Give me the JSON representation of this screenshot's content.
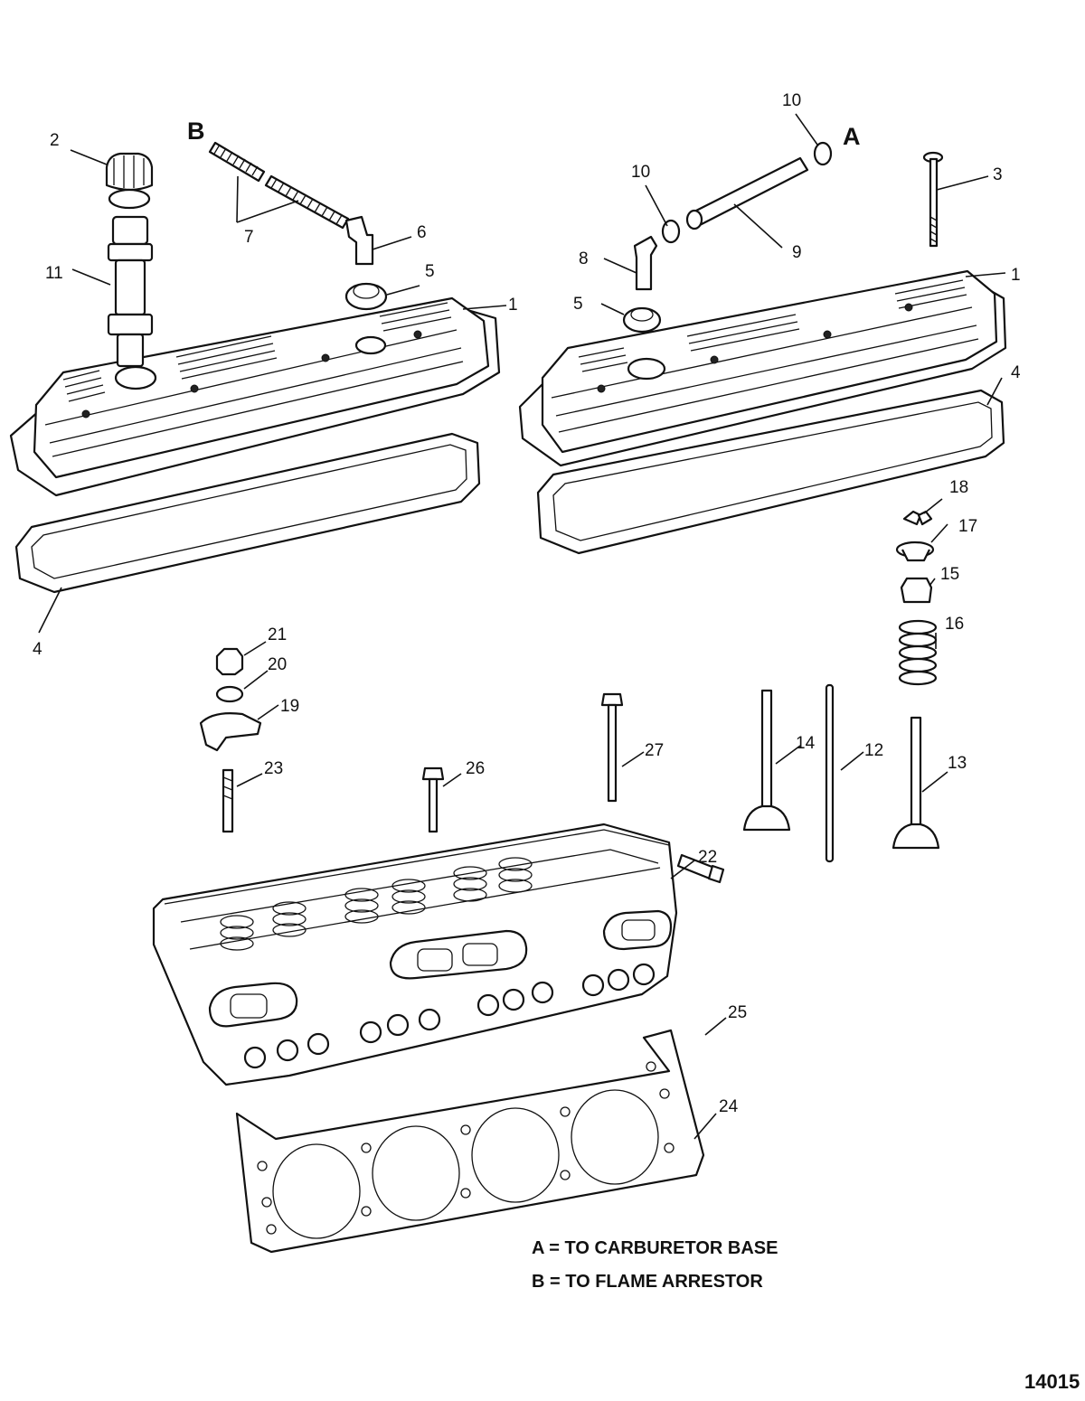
{
  "callouts": {
    "c1a": "1",
    "c1b": "1",
    "c2": "2",
    "c3": "3",
    "c4a": "4",
    "c4b": "4",
    "c5a": "5",
    "c5b": "5",
    "c6": "6",
    "c7": "7",
    "c8": "8",
    "c9": "9",
    "c10a": "10",
    "c10b": "10",
    "c11": "11",
    "c12": "12",
    "c13": "13",
    "c14": "14",
    "c15": "15",
    "c16": "16",
    "c17": "17",
    "c18": "18",
    "c19": "19",
    "c20": "20",
    "c21": "21",
    "c22": "22",
    "c23": "23",
    "c24": "24",
    "c25": "25",
    "c26": "26",
    "c27": "27"
  },
  "letters": {
    "a": "A",
    "b": "B"
  },
  "legend": {
    "line_a": "A = TO CARBURETOR BASE",
    "line_b": "B = TO FLAME ARRESTOR"
  },
  "figure_number": "14015"
}
